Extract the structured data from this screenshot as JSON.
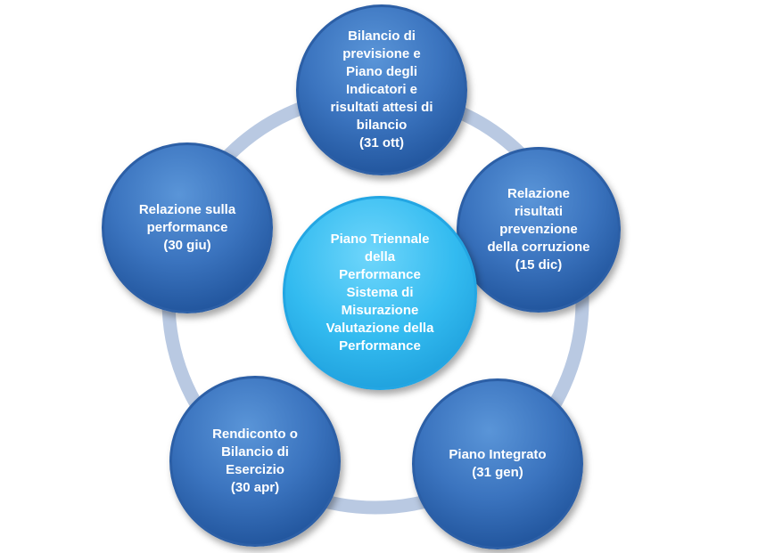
{
  "nodes": [
    {
      "id": "top",
      "lines": [
        "Bilancio di",
        "previsione e",
        "Piano degli",
        "Indicatori e",
        "risultati attesi di",
        "bilancio",
        "(31 ott)"
      ]
    },
    {
      "id": "right",
      "lines": [
        "Relazione",
        "risultati",
        "prevenzione",
        "della corruzione",
        "(15 dic)"
      ]
    },
    {
      "id": "bottom-right",
      "lines": [
        "Piano Integrato",
        "(31 gen)"
      ]
    },
    {
      "id": "bottom-left",
      "lines": [
        "Rendiconto o",
        "Bilancio di",
        "Esercizio",
        "(30 apr)"
      ]
    },
    {
      "id": "left",
      "lines": [
        "Relazione sulla",
        "performance",
        "(30 giu)"
      ]
    }
  ],
  "center": {
    "lines": [
      "Piano Triennale",
      "della",
      "Performance",
      "Sistema di",
      "Misurazione",
      "Valutazione della",
      "Performance"
    ]
  },
  "colors": {
    "outer": "#2f66b0",
    "center": "#2eb5ee",
    "ring": "#b9c9e2"
  }
}
